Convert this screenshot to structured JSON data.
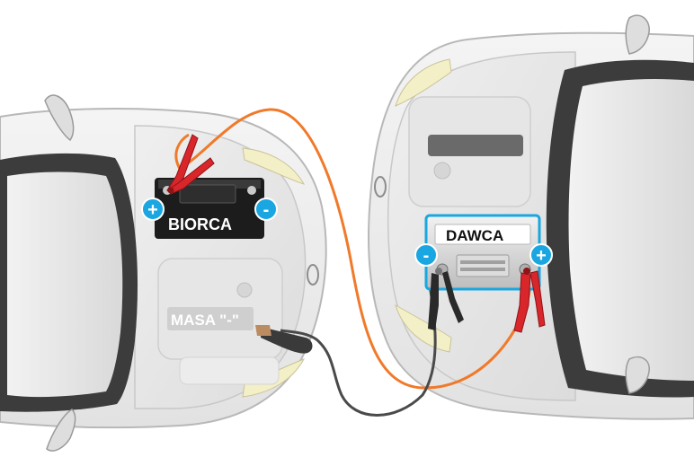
{
  "labels": {
    "receiver": "BIORCA",
    "donor": "DAWCA",
    "ground": "MASA \"-\""
  },
  "terminals": {
    "plus": "+",
    "minus": "-"
  },
  "colors": {
    "positive_cable": "#f07a2a",
    "negative_cable": "#4a4a4a",
    "terminal_badge": "#1aa6e0",
    "clamp_red": "#d8262b",
    "clamp_black": "#2a2a2a"
  }
}
